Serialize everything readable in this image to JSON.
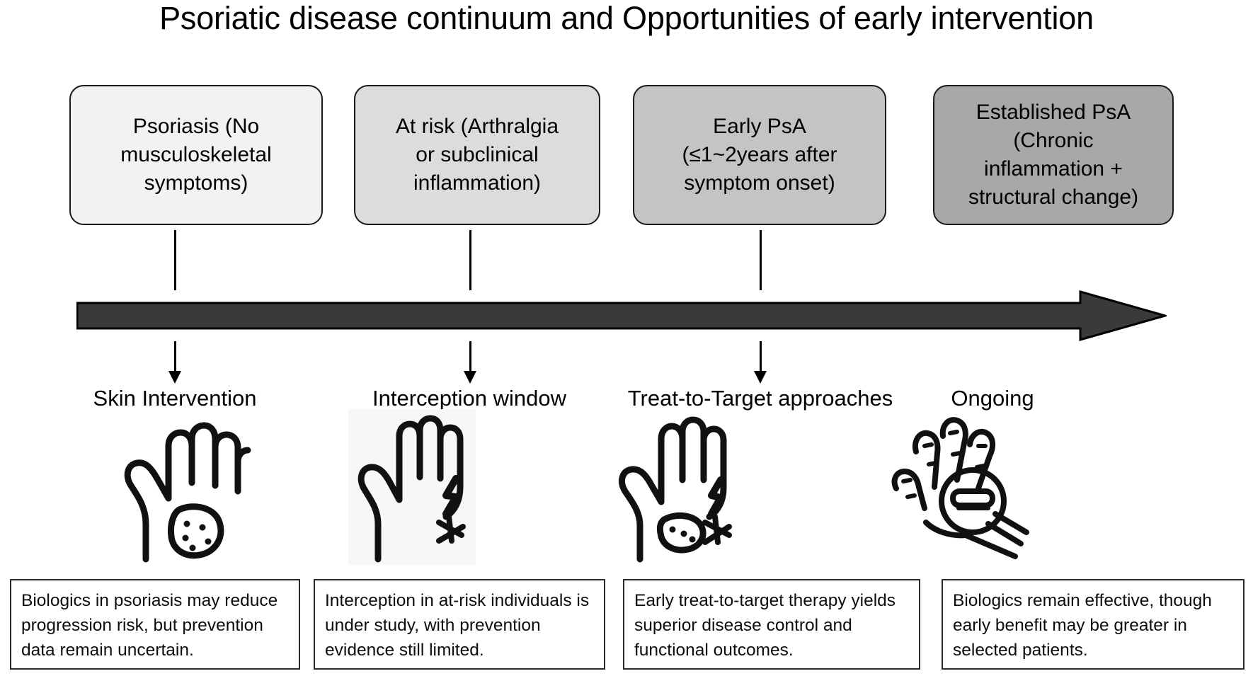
{
  "figure": {
    "title": "Psoriatic disease continuum and Opportunities of early intervention",
    "background_color": "#ffffff"
  },
  "timeline": {
    "name": "disease-progression-arrow",
    "direction": "left-to-right",
    "fill_color": "#3a3a3a",
    "stroke_color": "#000000"
  },
  "stages": [
    {
      "id": "psoriasis",
      "label": "Psoriasis (No\nmusculoskeletal\nsymptoms)",
      "fill_color": "#f2f2f2",
      "intervention": "Skin Intervention",
      "icon": "hand-with-plaque-icon",
      "caption": "Biologics in psoriasis may reduce progression risk, but prevention data remain uncertain."
    },
    {
      "id": "at-risk",
      "label": "At risk (Arthralgia\nor subclinical\ninflammation)",
      "fill_color": "#dcdcdc",
      "intervention": "Interception window",
      "icon": "hand-with-pain-icon",
      "caption": "Interception in at-risk individuals is under study, with prevention  evidence still limited."
    },
    {
      "id": "early-psa",
      "label": "Early PsA\n(≤1~2years after\nsymptom onset)",
      "fill_color": "#c4c4c4",
      "intervention": "Treat-to-Target approaches",
      "icon": "hand-with-plaque-and-pain-icon",
      "caption": "Early treat-to-target therapy yields superior disease control and functional outcomes."
    },
    {
      "id": "established-psa",
      "label": "Established PsA\n(Chronic\ninflammation +\nstructural change)",
      "fill_color": "#a8a8a8",
      "intervention": "Ongoing",
      "icon": "hand-with-joint-damage-icon",
      "caption": "Biologics remain effective, though early benefit may be greater in selected patients."
    }
  ]
}
